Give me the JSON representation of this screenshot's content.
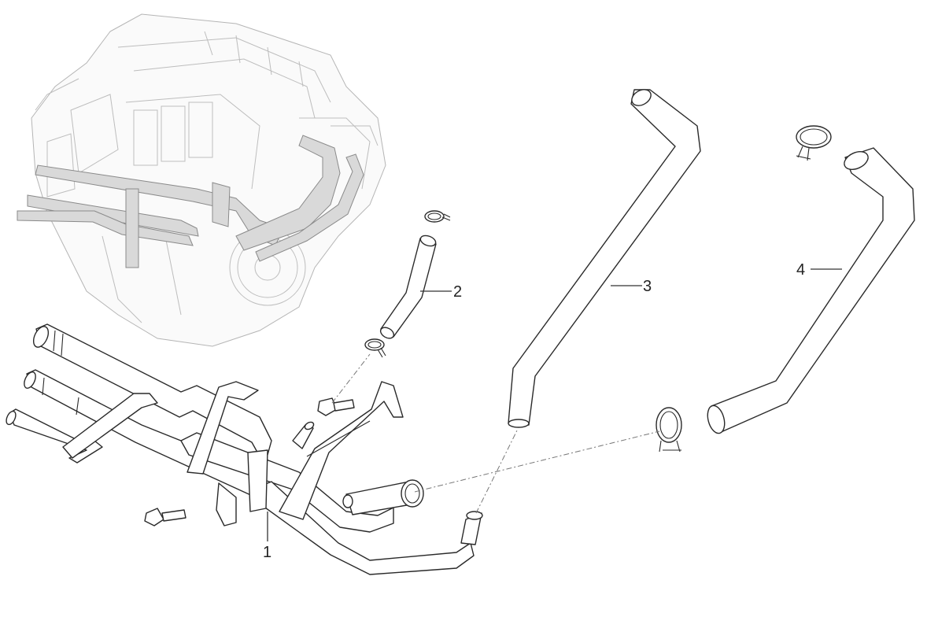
{
  "callouts": [
    {
      "id": "1",
      "text": "1"
    },
    {
      "id": "2",
      "text": "2"
    },
    {
      "id": "3",
      "text": "3"
    },
    {
      "id": "4",
      "text": "4"
    }
  ],
  "colors": {
    "line": "#2a2a2a",
    "engine_ghost": "#b5b5b5",
    "highlight": "#d9d9d9",
    "background": "#ffffff"
  }
}
